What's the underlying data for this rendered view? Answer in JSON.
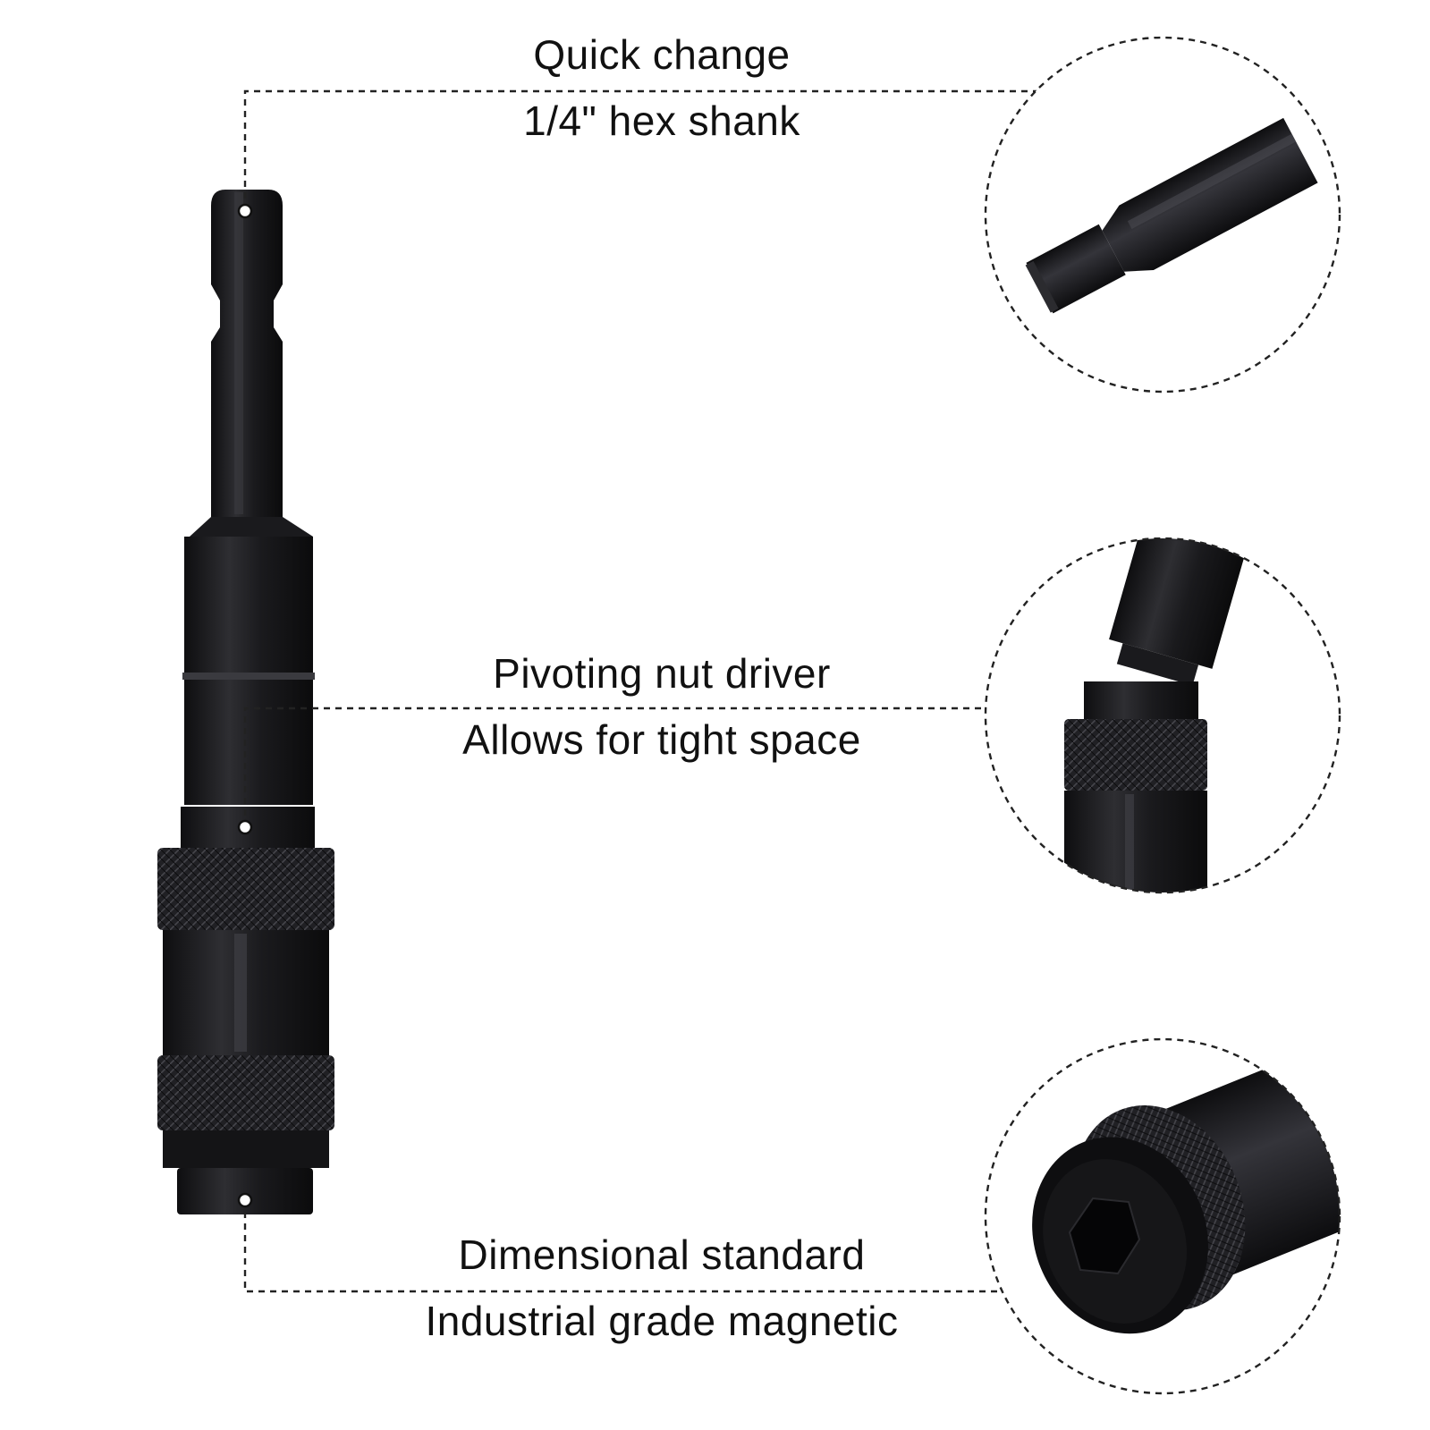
{
  "colors": {
    "background": "#ffffff",
    "text": "#111111",
    "tool_body": "#1b1b1d",
    "tool_highlight": "#3a3a3e",
    "dashed_line": "#222222"
  },
  "callouts": [
    {
      "title": "Quick change",
      "subtitle": "1/4\" hex shank",
      "zoom_icon": "hex-shank-closeup"
    },
    {
      "title": "Pivoting nut driver",
      "subtitle": "Allows for tight space",
      "zoom_icon": "pivot-joint-closeup"
    },
    {
      "title": "Dimensional standard",
      "subtitle": "Industrial grade magnetic",
      "zoom_icon": "magnetic-socket-closeup"
    }
  ]
}
